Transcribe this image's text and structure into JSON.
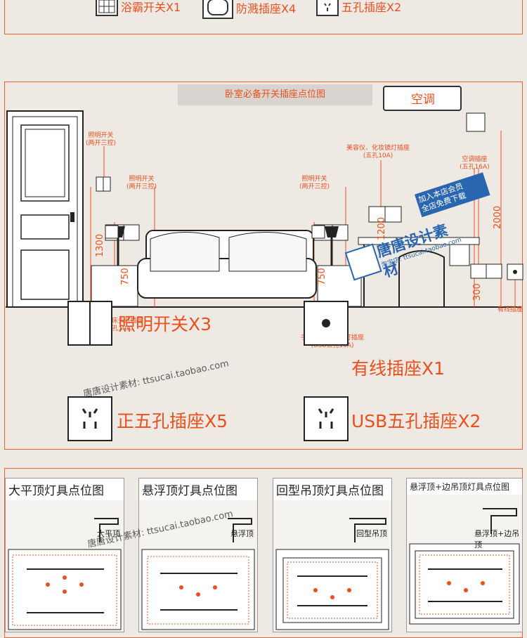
{
  "top_row": [
    {
      "icon": "switch-panel-icon",
      "label": "浴霸开关X1"
    },
    {
      "icon": "splash-socket-icon",
      "label": "防溅插座X4"
    },
    {
      "icon": "five-hole-socket-icon",
      "label": "五孔插座X2"
    }
  ],
  "diagram": {
    "title": "卧室必备开关插座点位图",
    "ac_label": "空调",
    "callouts": {
      "door_switch": "照明开关\n(两开三控)",
      "left_bed_switch": "照明开关\n(两开三控)",
      "right_bed_switch": "照明开关\n(两开三控)",
      "vanity": "美容仪、化妆镜灯插座\n(五孔10A)",
      "ac_socket": "空调插座\n(五孔16A)",
      "left_usb": "手机充电、床头灯插座\n(USB五孔10A)",
      "right_usb": "手机充电、床头灯插座\n(USB五孔10A)",
      "cable": "有线插座"
    },
    "dimensions": {
      "h1300": "1300",
      "h750_left": "750",
      "h750_right": "750",
      "h1200": "1200",
      "h2000": "2000",
      "h300": "300"
    }
  },
  "legend": [
    {
      "icon": "lighting-switch-icon",
      "label": "照明开关X3"
    },
    {
      "icon": "cable-socket-icon",
      "label": "有线插座X1"
    },
    {
      "icon": "five-hole-socket-icon",
      "label": "正五孔插座X5"
    },
    {
      "icon": "usb-socket-icon",
      "label": "USB五孔插座X2"
    }
  ],
  "panels": [
    {
      "title": "大平顶灯具点位图",
      "section": "大平顶"
    },
    {
      "title": "悬浮顶灯具点位图",
      "section": "悬浮顶"
    },
    {
      "title": "回型吊顶灯具点位图",
      "section": "回型吊顶"
    },
    {
      "title": "悬浮顶+边吊顶灯具点位图",
      "section": "悬浮顶+边吊顶"
    }
  ],
  "watermark": {
    "brand": "唐唐设计素材",
    "shop_line": "淘宝店: ttsucai.taobao.com",
    "promo": "加入本店会员\n全店免费下载",
    "repeat_text": "唐唐设计素材: ttsucai.taobao.com"
  },
  "colors": {
    "accent": "#e8501e",
    "line": "#222222",
    "bg": "#efe9e3"
  }
}
